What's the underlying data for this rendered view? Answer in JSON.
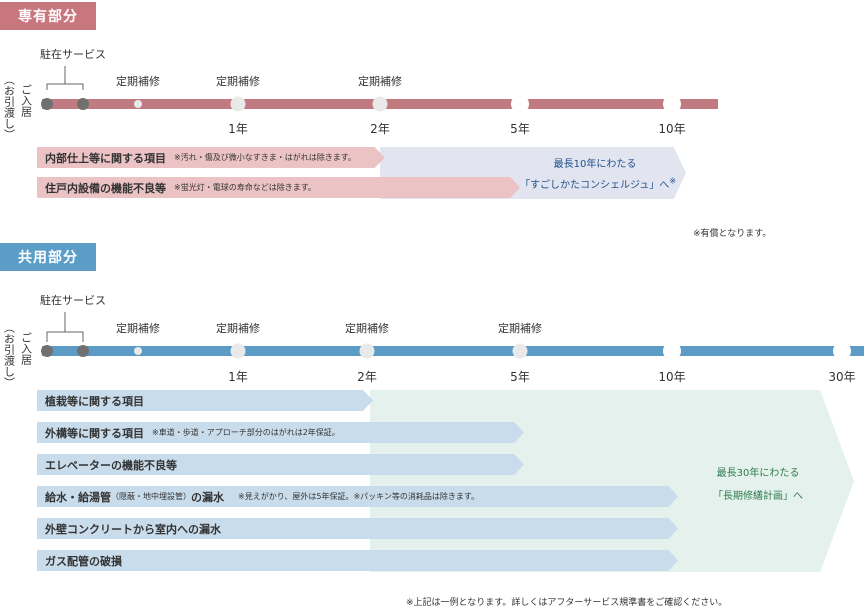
{
  "colors": {
    "private_accent": "#c9777e",
    "private_bar": "#c17a80",
    "private_arrow": "#ebc3c5",
    "private_ext": "#e2e5ef",
    "private_ext_text": "#1f4f8e",
    "common_accent": "#5c9dc8",
    "common_bar": "#5b9bc6",
    "common_arrow": "#c9dcec",
    "common_ext": "#e4f1ec",
    "common_ext_text": "#2f7b4f",
    "dot_dark": "#707070",
    "dot_light": "#e9e9e9"
  },
  "private": {
    "title": "専有部分",
    "stay_service": "駐在サービス",
    "move_in": "ご入居",
    "handover": "（お引渡し）",
    "maintenance_labels": [
      "定期補修",
      "定期補修",
      "定期補修"
    ],
    "years": [
      "1年",
      "2年",
      "5年",
      "10年"
    ],
    "items": [
      {
        "label": "内部仕上等に関する項目",
        "note": "※汚れ・傷及び微小なすきま・はがれは除きます。"
      },
      {
        "label": "住戸内設備の機能不良等",
        "note": "※蛍光灯・電球の寿命などは除きます。"
      }
    ],
    "extension_line1": "最長10年にわたる",
    "extension_line2": "「すごしかたコンシェルジュ」へ",
    "extension_mark": "※",
    "paid_note": "※有償となります。"
  },
  "common": {
    "title": "共用部分",
    "stay_service": "駐在サービス",
    "move_in": "ご入居",
    "handover": "（お引渡し）",
    "maintenance_labels": [
      "定期補修",
      "定期補修",
      "定期補修",
      "定期補修"
    ],
    "years": [
      "1年",
      "2年",
      "5年",
      "10年",
      "30年"
    ],
    "items": [
      {
        "label": "植栽等に関する項目",
        "note": ""
      },
      {
        "label": "外構等に関する項目",
        "note": "※車道・歩道・アプローチ部分のはがれは2年保証。"
      },
      {
        "label": "エレベーターの機能不良等",
        "note": ""
      },
      {
        "label": "給水・給湯管",
        "label_small": "（隠蔽・地中埋設管）",
        "label_tail": "の漏水",
        "note": "※見えがかり、屋外は5年保証。※パッキン等の消耗品は除きます。"
      },
      {
        "label": "外壁コンクリートから室内への漏水",
        "note": ""
      },
      {
        "label": "ガス配管の破損",
        "note": ""
      }
    ],
    "extension_line1": "最長30年にわたる",
    "extension_line2": "「長期修繕計画」へ"
  },
  "footer_note": "※上記は一例となります。詳しくはアフターサービス規準書をご確認ください。"
}
